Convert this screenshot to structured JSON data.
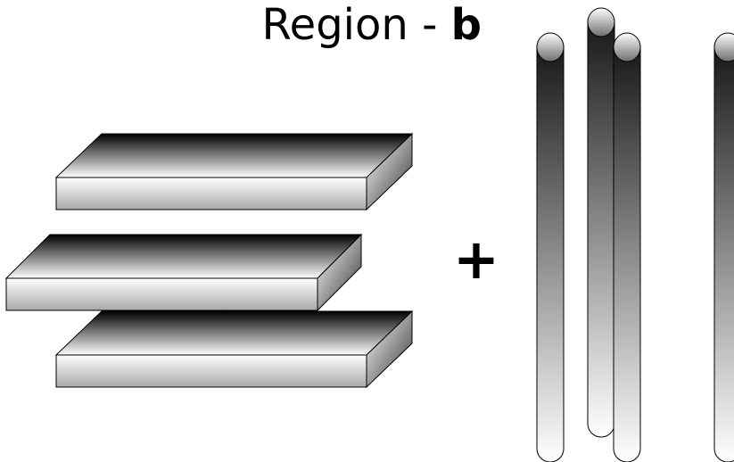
{
  "title": {
    "text": "Region - ",
    "bold": "b"
  },
  "operator": "+",
  "plates": {
    "count": 3,
    "top_face_gradient": [
      "#000000",
      "#ffffff"
    ],
    "front_face_gradient": [
      "#ffffff",
      "#a9a9a9"
    ],
    "side_face_gradient": [
      "#ffffff",
      "#333333"
    ],
    "outline_color": "#000000"
  },
  "rods": {
    "count": 4,
    "body_gradient": [
      "#111111",
      "#ffffff"
    ],
    "cap_gradient": [
      "#ffffff",
      "#6e6e6e"
    ],
    "outline_color": "#000000"
  }
}
